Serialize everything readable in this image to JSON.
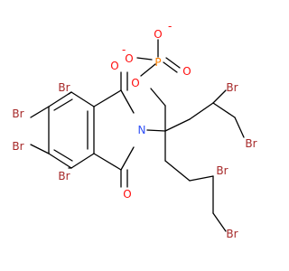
{
  "colors": {
    "background": "#ffffff",
    "bond": "#000000",
    "bromine": "#A62929",
    "oxygen": "#FF0D0D",
    "nitrogen": "#3050F8",
    "phosphorus": "#FF8000"
  },
  "labels": {
    "o_minus_top": "O",
    "o_minus_left": "O",
    "charge_top": "-",
    "charge_left": "-",
    "p": "P",
    "o_double": "O",
    "o_ester": "O",
    "n": "N",
    "o_carbonyl_top": "O",
    "o_carbonyl_bottom": "O",
    "br_ring_1": "Br",
    "br_ring_2": "Br",
    "br_ring_3": "Br",
    "br_ring_4": "Br",
    "br_chain_1": "Br",
    "br_chain_2": "Br",
    "br_chain_3": "Br",
    "br_chain_4": "Br"
  }
}
